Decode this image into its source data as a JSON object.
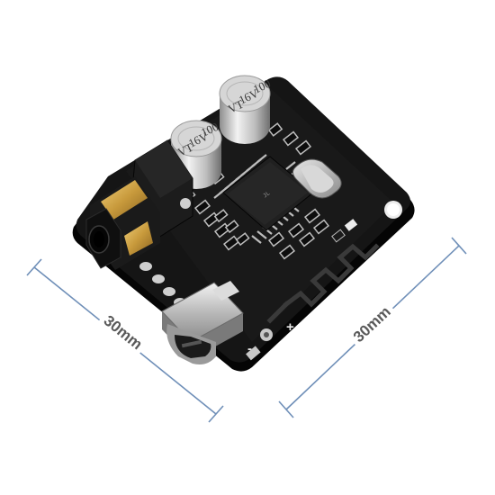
{
  "product": {
    "dimension_left": "30mm",
    "dimension_right": "30mm",
    "capacitor_value": "100",
    "capacitor_voltage": "16V",
    "capacitor_mark": "VT",
    "polarity_marks": [
      "+",
      "-"
    ]
  },
  "colors": {
    "board": "#111111",
    "dimension_line": "#6f8fb8",
    "dimension_text": "#5a5a5a",
    "gold": "#c89a3c",
    "silver": "#c8c8c8"
  }
}
